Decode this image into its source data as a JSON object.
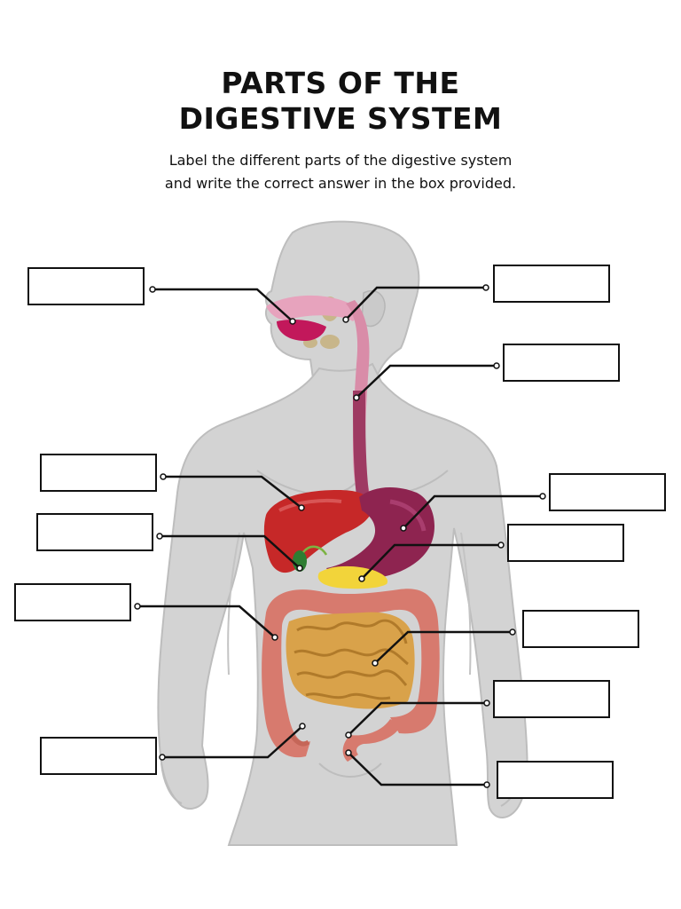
{
  "worksheet": {
    "title_line1": "PARTS OF THE",
    "title_line2": "DIGESTIVE SYSTEM",
    "instruction_line1": "Label the different parts of the digestive system",
    "instruction_line2": "and write the correct answer in the box provided."
  },
  "colors": {
    "body": "#d3d3d3",
    "body_outline": "#bdbdbd",
    "mouth": "#c2185b",
    "esophagus": "#d98ca8",
    "salivary_gland": "#c8b68a",
    "liver": "#c62828",
    "gallbladder": "#2e7d32",
    "stomach": "#8e2450",
    "pancreas": "#f2d43a",
    "large_intestine": "#d77a6e",
    "small_intestine": "#d9a24a",
    "leader_line": "#111111"
  },
  "label_boxes": [
    {
      "target": "mouth",
      "answer": ""
    },
    {
      "target": "salivary-glands",
      "answer": ""
    },
    {
      "target": "esophagus",
      "answer": ""
    },
    {
      "target": "liver",
      "answer": ""
    },
    {
      "target": "gallbladder",
      "answer": ""
    },
    {
      "target": "stomach",
      "answer": ""
    },
    {
      "target": "pancreas",
      "answer": ""
    },
    {
      "target": "large-intestine",
      "answer": ""
    },
    {
      "target": "small-intestine",
      "answer": ""
    },
    {
      "target": "appendix",
      "answer": ""
    },
    {
      "target": "rectum",
      "answer": ""
    },
    {
      "target": "anus",
      "answer": ""
    }
  ]
}
